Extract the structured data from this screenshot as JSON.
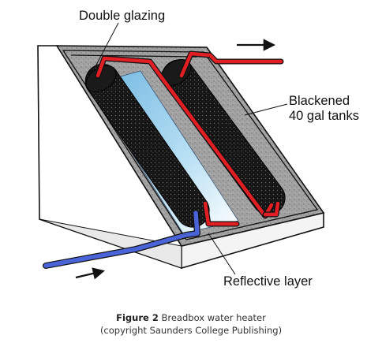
{
  "labels": {
    "glazing": "Double glazing",
    "tanks_line1": "Blackened",
    "tanks_line2": "40 gal tanks",
    "reflective": "Reflective layer"
  },
  "caption": {
    "figure_num": "Figure 2",
    "title": "Breadbox water heater",
    "credit": "(copyright Saunders College Publishing)"
  },
  "colors": {
    "hot_pipe": "#e01e24",
    "cold_pipe": "#4a64d8",
    "reflective": "#9fd0ec",
    "tank": "#141414",
    "insulation": "#9a9a9a"
  }
}
